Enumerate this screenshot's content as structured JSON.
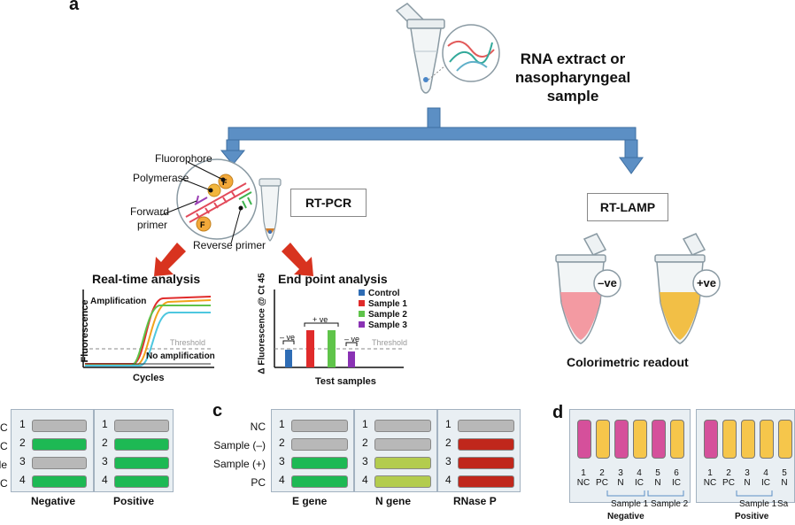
{
  "panels": {
    "a": "a",
    "c": "c",
    "d": "d"
  },
  "sample": {
    "line1": "RNA extract or",
    "line2": "nasopharyngeal sample"
  },
  "methods": {
    "pcr": "RT-PCR",
    "lamp": "RT-LAMP"
  },
  "pcr_labels": {
    "fluorophore": "Fluorophore",
    "polymerase": "Polymerase",
    "forward": "Forward",
    "primer": "primer",
    "reverse": "Reverse primer",
    "f": "F"
  },
  "realtime": {
    "title": "Real-time analysis",
    "amplification": "Amplification",
    "threshold": "Threshold",
    "no_amp": "No amplification",
    "ylabel": "Fluorescence",
    "xlabel": "Cycles"
  },
  "endpoint": {
    "title": "End point analysis",
    "ylabel": "Δ Fluorescence @ Ct 45",
    "xlabel": "Test samples",
    "threshold": "Threshold",
    "neg1": "– ve",
    "pos": "+ ve",
    "neg2": "– ve",
    "legend": [
      {
        "name": "Control",
        "color": "#2f6db5"
      },
      {
        "name": "Sample 1",
        "color": "#e02b2b"
      },
      {
        "name": "Sample 2",
        "color": "#5fc44a"
      },
      {
        "name": "Sample 3",
        "color": "#8a32b4"
      }
    ]
  },
  "lamp": {
    "neg": "–ve",
    "pos": "+ve",
    "readout": "Colorimetric readout"
  },
  "gel_b": {
    "row_labels": [
      "C",
      "C",
      "le",
      "C"
    ],
    "lane_nums": [
      "1",
      "2",
      "3",
      "4"
    ],
    "negative": "Negative",
    "positive": "Positive"
  },
  "gel_c": {
    "row_labels": [
      "NC",
      "Sample (–)",
      "Sample (+)",
      "PC"
    ],
    "lane_nums": [
      "1",
      "2",
      "3",
      "4"
    ],
    "cols": [
      "E gene",
      "N gene",
      "RNase P"
    ]
  },
  "strips": {
    "neg_nums": [
      "1",
      "2",
      "3",
      "4",
      "5",
      "6"
    ],
    "neg_labels": [
      "NC",
      "PC",
      "N",
      "IC",
      "N",
      "IC"
    ],
    "pos_nums": [
      "1",
      "2",
      "3",
      "4",
      "5"
    ],
    "pos_labels": [
      "NC",
      "PC",
      "N",
      "IC",
      "N"
    ],
    "sample1": "Sample 1",
    "sample2": "Sample 2",
    "sample2_trunc": "Sa",
    "negative": "Negative",
    "positive": "Positive"
  },
  "colors": {
    "arrow_blue": "#5c8fc4",
    "red_arrow": "#d8331f",
    "gel_grey": "#b8b8b8",
    "gel_green": "#1db954",
    "gel_lime": "#b3cc4e",
    "gel_red": "#c0271c",
    "strip_pink": "#d5509b",
    "strip_yellow": "#f6c64b"
  }
}
